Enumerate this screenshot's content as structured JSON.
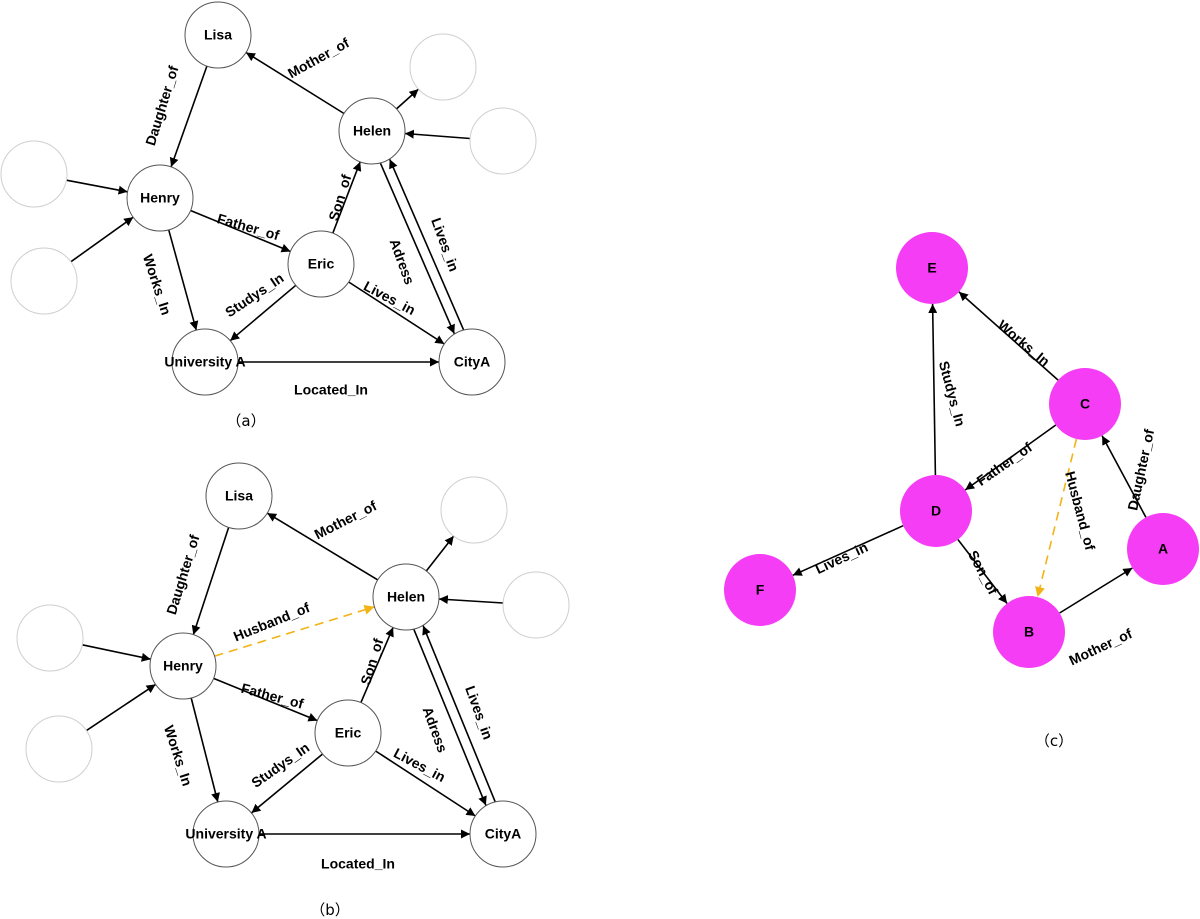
{
  "colors": {
    "edge": "#000000",
    "inferred_edge": "#f2b316",
    "magenta_node": "#f53df5",
    "node_label_on_magenta": "#000000"
  },
  "captions": {
    "a": "（a）",
    "b": "（b）",
    "c": "（c）"
  },
  "panel_a": {
    "nodes": [
      {
        "id": "lisa",
        "label": "Lisa"
      },
      {
        "id": "helen",
        "label": "Helen"
      },
      {
        "id": "henry",
        "label": "Henry"
      },
      {
        "id": "eric",
        "label": "Eric"
      },
      {
        "id": "univ",
        "label": "University A"
      },
      {
        "id": "city",
        "label": "CityA"
      },
      {
        "id": "e1",
        "label": ""
      },
      {
        "id": "e2",
        "label": ""
      },
      {
        "id": "e3",
        "label": ""
      },
      {
        "id": "e4",
        "label": ""
      }
    ],
    "edges": [
      {
        "from": "helen",
        "to": "lisa",
        "label": "Mother_of"
      },
      {
        "from": "lisa",
        "to": "henry",
        "label": "Daughter_of"
      },
      {
        "from": "henry",
        "to": "eric",
        "label": "Father_of"
      },
      {
        "from": "henry",
        "to": "univ",
        "label": "Works_In"
      },
      {
        "from": "eric",
        "to": "helen",
        "label": "Son_of"
      },
      {
        "from": "eric",
        "to": "univ",
        "label": "Studys_In"
      },
      {
        "from": "eric",
        "to": "city",
        "label": "Lives_in"
      },
      {
        "from": "helen",
        "to": "city",
        "label": "Lives_in"
      },
      {
        "from": "city",
        "to": "helen",
        "label": "Adress"
      },
      {
        "from": "univ",
        "to": "city",
        "label": "Located_In"
      },
      {
        "from": "helen",
        "to": "e1",
        "label": ""
      },
      {
        "from": "e2",
        "to": "helen",
        "label": ""
      },
      {
        "from": "e3",
        "to": "henry",
        "label": ""
      },
      {
        "from": "e4",
        "to": "henry",
        "label": ""
      }
    ]
  },
  "panel_b": {
    "nodes": [
      {
        "id": "lisa",
        "label": "Lisa"
      },
      {
        "id": "helen",
        "label": "Helen"
      },
      {
        "id": "henry",
        "label": "Henry"
      },
      {
        "id": "eric",
        "label": "Eric"
      },
      {
        "id": "univ",
        "label": "University A"
      },
      {
        "id": "city",
        "label": "CityA"
      },
      {
        "id": "e1",
        "label": ""
      },
      {
        "id": "e2",
        "label": ""
      },
      {
        "id": "e3",
        "label": ""
      },
      {
        "id": "e4",
        "label": ""
      }
    ],
    "edges": [
      {
        "from": "helen",
        "to": "lisa",
        "label": "Mother_of"
      },
      {
        "from": "lisa",
        "to": "henry",
        "label": "Daughter_of"
      },
      {
        "from": "henry",
        "to": "helen",
        "label": "Husband_of",
        "inferred": true
      },
      {
        "from": "henry",
        "to": "eric",
        "label": "Father_of"
      },
      {
        "from": "henry",
        "to": "univ",
        "label": "Works_In"
      },
      {
        "from": "eric",
        "to": "helen",
        "label": "Son_of"
      },
      {
        "from": "eric",
        "to": "univ",
        "label": "Studys_In"
      },
      {
        "from": "eric",
        "to": "city",
        "label": "Lives_in"
      },
      {
        "from": "helen",
        "to": "city",
        "label": "Lives_in"
      },
      {
        "from": "city",
        "to": "helen",
        "label": "Adress"
      },
      {
        "from": "univ",
        "to": "city",
        "label": "Located_In"
      },
      {
        "from": "helen",
        "to": "e1",
        "label": ""
      },
      {
        "from": "e2",
        "to": "helen",
        "label": ""
      },
      {
        "from": "e3",
        "to": "henry",
        "label": ""
      },
      {
        "from": "e4",
        "to": "henry",
        "label": ""
      }
    ]
  },
  "panel_c": {
    "nodes": [
      {
        "id": "E",
        "label": "E"
      },
      {
        "id": "C",
        "label": "C"
      },
      {
        "id": "D",
        "label": "D"
      },
      {
        "id": "A",
        "label": "A"
      },
      {
        "id": "F",
        "label": "F"
      },
      {
        "id": "B",
        "label": "B"
      }
    ],
    "edges": [
      {
        "from": "C",
        "to": "E",
        "label": "Works_In"
      },
      {
        "from": "D",
        "to": "E",
        "label": "Studys_In"
      },
      {
        "from": "C",
        "to": "D",
        "label": "Father_of"
      },
      {
        "from": "C",
        "to": "B",
        "label": "Husband_of",
        "inferred": true
      },
      {
        "from": "A",
        "to": "C",
        "label": "Daughter_of"
      },
      {
        "from": "D",
        "to": "F",
        "label": "Lives_in"
      },
      {
        "from": "D",
        "to": "B",
        "label": "Son_of"
      },
      {
        "from": "B",
        "to": "A",
        "label": "Mother_of"
      }
    ]
  }
}
